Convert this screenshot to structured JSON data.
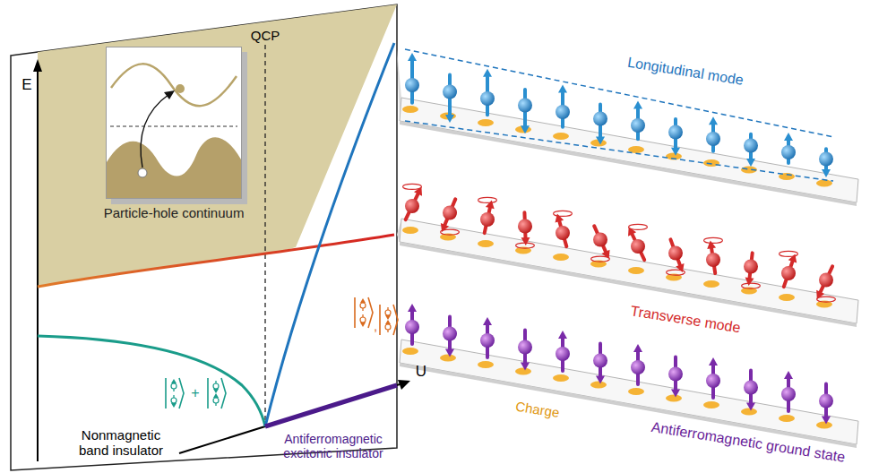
{
  "diagram": {
    "nodes": [
      {
        "text": [
          "Particle-hole continuum"
        ]
      }
    ],
    "labels": [
      "E",
      "QCP",
      "U",
      "+",
      ",",
      "Nonmagnetic band insulator",
      "Antiferromagnetic excitonic insulator",
      "Longitudinal mode",
      "Transverse mode",
      "Charge",
      "Antiferromagnetic ground state"
    ]
  }
}
